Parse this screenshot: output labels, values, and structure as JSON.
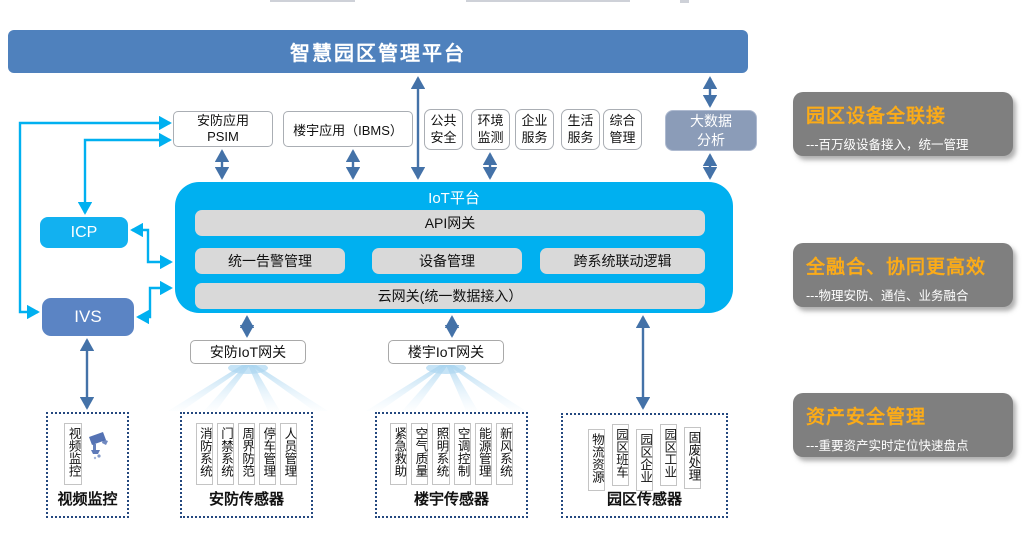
{
  "banner": {
    "title": "智慧园区管理平台"
  },
  "apps": {
    "psim": "安防应用\nPSIM",
    "ibms": "楼宇应用（IBMS）",
    "small": [
      {
        "label": "公共\n安全"
      },
      {
        "label": "环境\n监测"
      },
      {
        "label": "企业\n服务"
      },
      {
        "label": "生活\n服务"
      },
      {
        "label": "综合\n管理"
      }
    ],
    "bigdata": "大数据\n分析"
  },
  "left_nodes": {
    "icp": "ICP",
    "ivs": "IVS"
  },
  "iot": {
    "title": "IoT平台",
    "api": "API网关",
    "modules": [
      "统一告警管理",
      "设备管理",
      "跨系统联动逻辑"
    ],
    "cloud": "云网关(统一数据接入）"
  },
  "gateways": {
    "security": "安防IoT网关",
    "building": "楼宇IoT网关"
  },
  "sensors": [
    {
      "items": [
        "视频监控"
      ],
      "label": "视频监控",
      "icon": "cctv-camera-icon"
    },
    {
      "items": [
        "消防系统",
        "门禁系统",
        "周界防范",
        "停车管理",
        "人员管理"
      ],
      "label": "安防传感器"
    },
    {
      "items": [
        "紧急救助",
        "空气质量",
        "照明系统",
        "空调控制",
        "能源管理",
        "新风系统"
      ],
      "label": "楼宇传感器"
    },
    {
      "items": [
        "物流资源",
        "园区班车",
        "园区企业",
        "园区工业",
        "固废处理"
      ],
      "label": "园区传感器"
    }
  ],
  "highlights": [
    {
      "title": "园区设备全联接",
      "desc": "---百万级设备接入，统一管理"
    },
    {
      "title": "全融合、协同更高效",
      "desc": "---物理安防、通信、业务融合"
    },
    {
      "title": "资产安全管理",
      "desc": "---重要资产实时定位快速盘点"
    }
  ],
  "colors": {
    "banner_blue": "#4f81bd",
    "cyan": "#00b0f0",
    "arrow_steel": "#4472a8",
    "module_gray": "#d9d9d9",
    "bigdata_blue": "#8b9cb8",
    "ivs_blue": "#5b84c4",
    "panel_gray": "#7f7f7f",
    "highlight_orange": "#fbab18",
    "dashed_navy": "#24487f"
  }
}
